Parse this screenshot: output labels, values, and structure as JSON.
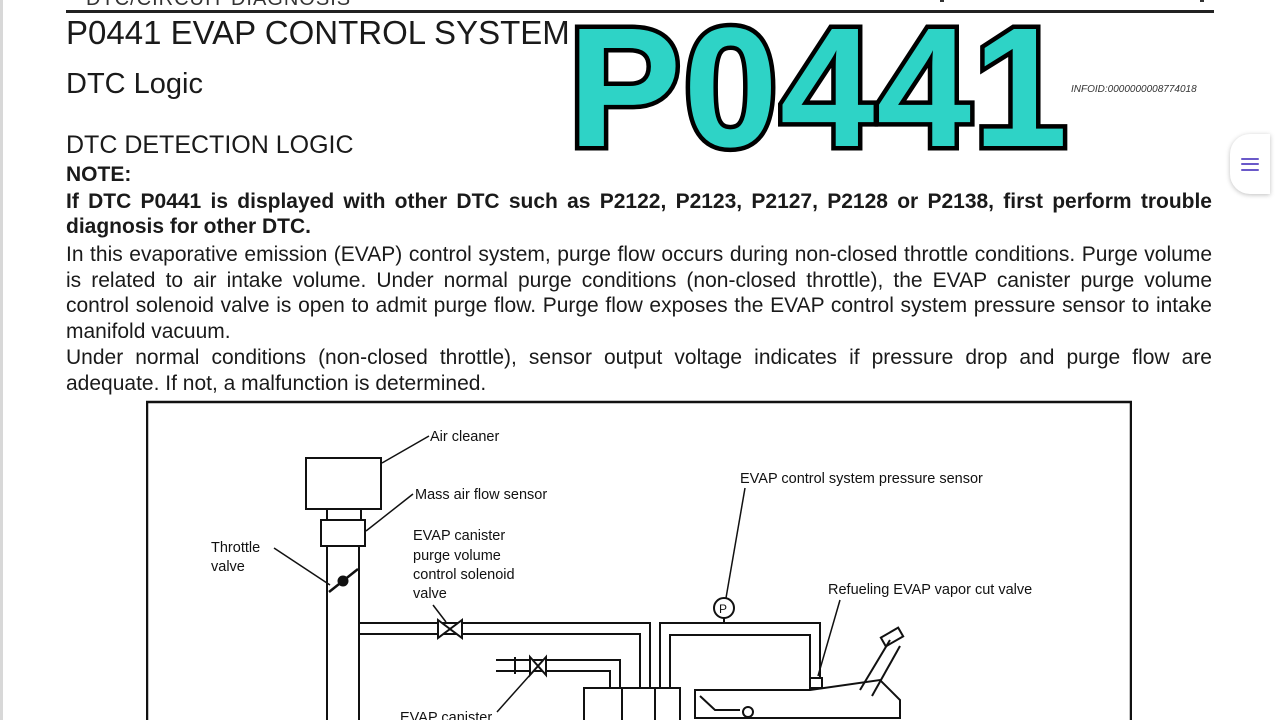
{
  "document": {
    "header_fragment": "DTC/CIRCUIT DIAGNOSIS",
    "title": "P0441 EVAP CONTROL SYSTEM",
    "subtitle": "DTC Logic",
    "info_id": "INFOID:0000000008774018",
    "section_heading": "DTC DETECTION LOGIC",
    "note_label": "NOTE:",
    "note_text": "If DTC P0441 is displayed with other DTC such as P2122, P2123, P2127, P2128 or P2138, first perform trouble diagnosis for other DTC.",
    "paragraph_1": "In this evaporative emission (EVAP) control system, purge flow occurs during non-closed throttle conditions. Purge volume is related to air intake volume. Under normal purge conditions (non-closed throttle), the EVAP canister purge volume control solenoid valve is open to admit purge flow. Purge flow exposes the EVAP control system pressure sensor to intake manifold vacuum.",
    "paragraph_2": "Under normal conditions (non-closed throttle), sensor output voltage indicates if pressure drop and purge flow are adequate. If not, a malfunction is determined."
  },
  "diagram": {
    "labels": {
      "air_cleaner": "Air cleaner",
      "maf_sensor": "Mass air flow sensor",
      "throttle_1": "Throttle",
      "throttle_2": "valve",
      "purge_1": "EVAP canister",
      "purge_2": "purge volume",
      "purge_3": "control solenoid",
      "purge_4": "valve",
      "pressure_sensor": "EVAP control system pressure sensor",
      "refuel_valve": "Refueling EVAP vapor cut valve",
      "pressure_symbol": "P",
      "canister_partial": "EVAP canister"
    }
  },
  "overlay": {
    "code": "P0441",
    "fill_color": "#2ed3c6",
    "stroke_color": "#000000"
  },
  "viewer": {
    "menu_icon": "hamburger-menu-icon",
    "accent_color": "#6a59c9"
  }
}
